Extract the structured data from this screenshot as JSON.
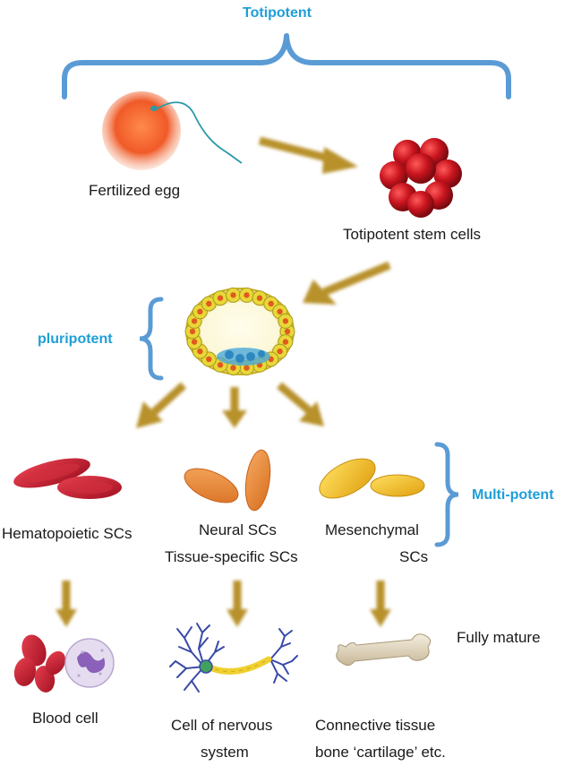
{
  "colors": {
    "accent_blue": "#1e9fd8",
    "bracket_blue": "#5b9bd5",
    "arrow_gold": "#b8912c",
    "egg_orange": "#f05a28",
    "cluster_red": "#c8141e",
    "rbc_red": "#c0202c",
    "neural_orange": "#e8883a",
    "mesenchymal_yellow": "#f0c020"
  },
  "labels": {
    "totipotent": "Totipotent",
    "pluripotent": "pluripotent",
    "multipotent": "Multi-potent",
    "fertilized_egg": "Fertilized egg",
    "totipotent_stem_cells": "Totipotent stem cells",
    "hematopoietic": "Hematopoietic SCs",
    "neural": "Neural SCs",
    "tissue_specific": "Tissue-specific SCs",
    "mesenchymal_1": "Mesenchymal",
    "mesenchymal_2": "SCs",
    "fully_mature": "Fully mature",
    "blood_cell": "Blood cell",
    "nervous_1": "Cell of nervous",
    "nervous_2": "system",
    "connective_1": "Connective tissue",
    "connective_2": "bone ‘cartilage’ etc."
  },
  "icons": [
    "fertilized-egg-icon",
    "sperm-icon",
    "totipotent-cluster-icon",
    "blastocyst-icon",
    "red-cell-icon",
    "neural-cell-icon",
    "mesenchymal-cell-icon",
    "blood-cell-icon",
    "neuron-icon",
    "bone-icon"
  ]
}
